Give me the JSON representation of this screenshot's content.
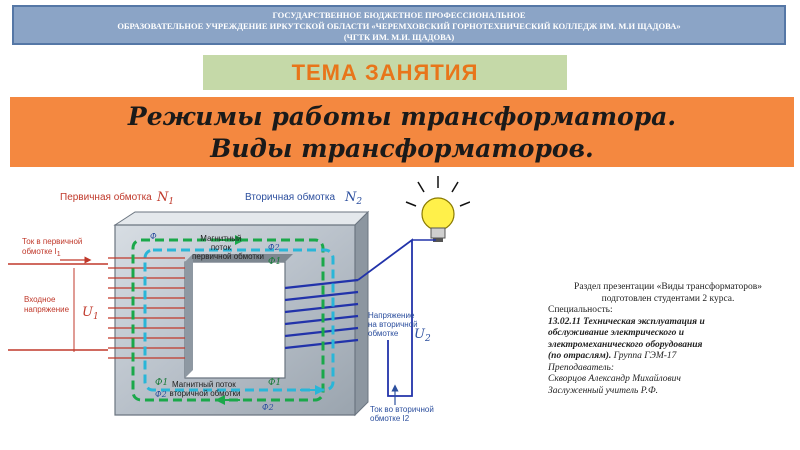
{
  "header": {
    "line1": "ГОСУДАРСТВЕННОЕ БЮДЖЕТНОЕ ПРОФЕССИОНАЛЬНОЕ",
    "line2": "ОБРАЗОВАТЕЛЬНОЕ УЧРЕЖДЕНИЕ ИРКУТСКОЙ ОБЛАСТИ «ЧЕРЕМХОВСКИЙ ГОРНОТЕХНИЧЕСКИЙ КОЛЛЕДЖ ИМ. М.И ЩАДОВА»",
    "line3": "(ЧГТК ИМ. М.И. ЩАДОВА)"
  },
  "topic_label": "ТЕМА ЗАНЯТИЯ",
  "title": {
    "line1": "Режимы работы трансформатора.",
    "line2": "Виды трансформаторов."
  },
  "diagram": {
    "primary_winding": "Первичная обмотка",
    "primary_symbol": "N",
    "primary_sub": "1",
    "secondary_winding": "Вторичная обмотка",
    "secondary_symbol": "N",
    "secondary_sub": "2",
    "primary_current_l1": "Ток в первичной",
    "primary_current_l2": "обмотке I",
    "primary_current_sub": "1",
    "input_voltage_l1": "Входное",
    "input_voltage_l2": "напряжение",
    "u1_symbol": "U",
    "u1_sub": "1",
    "secondary_voltage_l1": "Напряжение",
    "secondary_voltage_l2": "на вторичной",
    "secondary_voltage_l3": "обмотке",
    "u2_symbol": "U",
    "u2_sub": "2",
    "secondary_current_l1": "Ток во вторичной",
    "secondary_current_l2": "обмотке I2",
    "flux_top_l1": "Магнитный",
    "flux_top_l2": "поток",
    "flux_top_l3": "первичной обмотки",
    "flux_bottom_l1": "Магнитный поток",
    "flux_bottom_l2": "вторичной обмотки",
    "phi1": "Ф1",
    "phi2": "Ф2",
    "phi_small_1": "Ф",
    "phi_small_2": "Ф2",
    "phi_small_3": "Ф2"
  },
  "info": {
    "line1": "Раздел презентации «Виды трансформаторов»",
    "line2": "подготовлен студентами 2 курса.",
    "line3": "Специальность:",
    "line4": "13.02.11 Техническая эксплуатация и",
    "line5": "обслуживание электрического и",
    "line6": "электромеханического оборудования",
    "line7": "(по отраслям).",
    "line7b": " Группа ГЭМ-17",
    "line8": "Преподаватель:",
    "line9": "Скворцов Александр Михайлович",
    "line10": "Заслуженный учитель Р.Ф."
  },
  "colors": {
    "header_bg": "#8ba4c6",
    "topic_bg": "#c5d9a8",
    "topic_text": "#e8751a",
    "title_band": "#f48840",
    "label_red": "#c0392b",
    "label_blue": "#2c4f9e",
    "flux_green": "#1aa84a",
    "flux_cyan": "#29b6d8",
    "secondary_coil": "#2233aa",
    "primary_coil": "#c0392b"
  }
}
